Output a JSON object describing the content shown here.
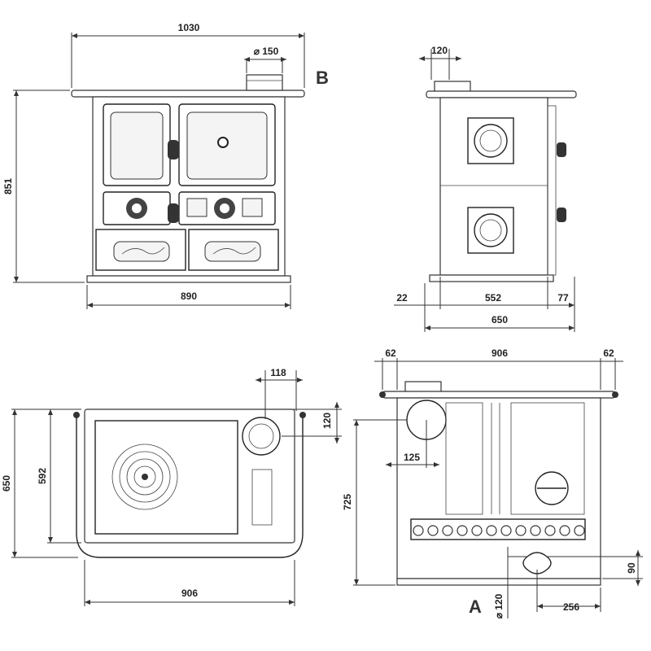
{
  "labels": {
    "B": "B",
    "A": "A"
  },
  "front": {
    "width_total": "1030",
    "flue_diameter": "⌀ 150",
    "height": "851",
    "width_body": "890"
  },
  "side": {
    "flue_offset": "120",
    "left_margin": "22",
    "depth_body": "552",
    "right_margin": "77",
    "depth_total": "650"
  },
  "top": {
    "flue_right": "118",
    "flue_front": "120",
    "depth_total": "650",
    "depth_inner": "592",
    "width": "906"
  },
  "rear": {
    "left_margin": "62",
    "width": "906",
    "right_margin": "62",
    "flue_offset": "125",
    "height": "725",
    "air_height": "90",
    "air_diameter": "⌀ 120",
    "air_offset": "256"
  }
}
